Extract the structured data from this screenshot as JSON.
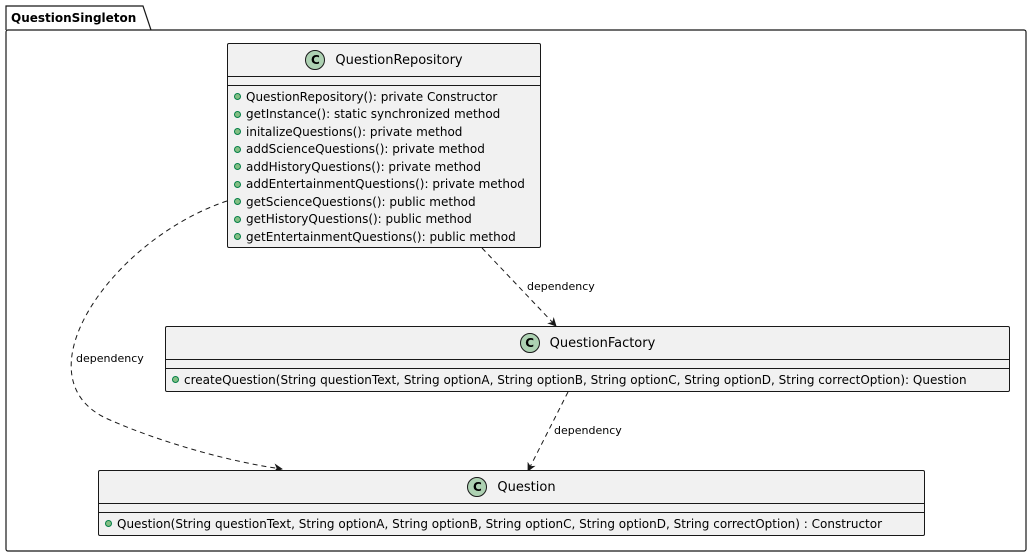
{
  "package": {
    "name": "QuestionSingleton"
  },
  "classes": {
    "repository": {
      "stereotype": "C",
      "name": "QuestionRepository",
      "methods": [
        "QuestionRepository(): private Constructor",
        "getInstance(): static synchronized method",
        "initalizeQuestions(): private method",
        "addScienceQuestions(): private method",
        "addHistoryQuestions(): private method",
        "addEntertainmentQuestions(): private method",
        "getScienceQuestions(): public method",
        "getHistoryQuestions(): public method",
        "getEntertainmentQuestions(): public method"
      ]
    },
    "factory": {
      "stereotype": "C",
      "name": "QuestionFactory",
      "methods": [
        "createQuestion(String questionText, String optionA, String optionB, String optionC, String optionD, String correctOption): Question"
      ]
    },
    "question": {
      "stereotype": "C",
      "name": "Question",
      "methods": [
        "Question(String questionText, String optionA, String optionB, String optionC, String optionD, String correctOption) : Constructor"
      ]
    }
  },
  "relations": {
    "repo_to_factory": "dependency",
    "repo_to_question": "dependency",
    "factory_to_question": "dependency"
  },
  "colors": {
    "class_fill": "#f1f1f1",
    "class_icon": "#add1b2",
    "method_dot": "#84be84",
    "line": "#181818"
  }
}
